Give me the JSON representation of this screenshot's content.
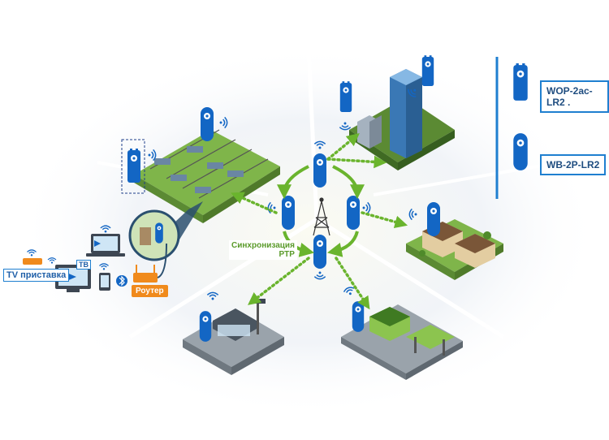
{
  "legend": {
    "items": [
      {
        "label": "WOP-2ac-LR2 ."
      },
      {
        "label": "WB-2P-LR2"
      }
    ]
  },
  "labels": {
    "tv_box": "TV приставка",
    "tv": "ТВ",
    "router": "Роутер",
    "sync_line1": "Синхронизация",
    "sync_line2": "PTP"
  },
  "colors": {
    "device_blue": "#1366c4",
    "arrow_green": "#6ab42d",
    "legend_border": "#1f7fd0",
    "router_orange": "#f08a1c"
  },
  "icons": [
    "wop-2ac-lr2-device-icon",
    "wb-2p-lr2-device-icon",
    "wifi-signal-icon",
    "cell-tower-icon",
    "sync-arrow-icon"
  ]
}
